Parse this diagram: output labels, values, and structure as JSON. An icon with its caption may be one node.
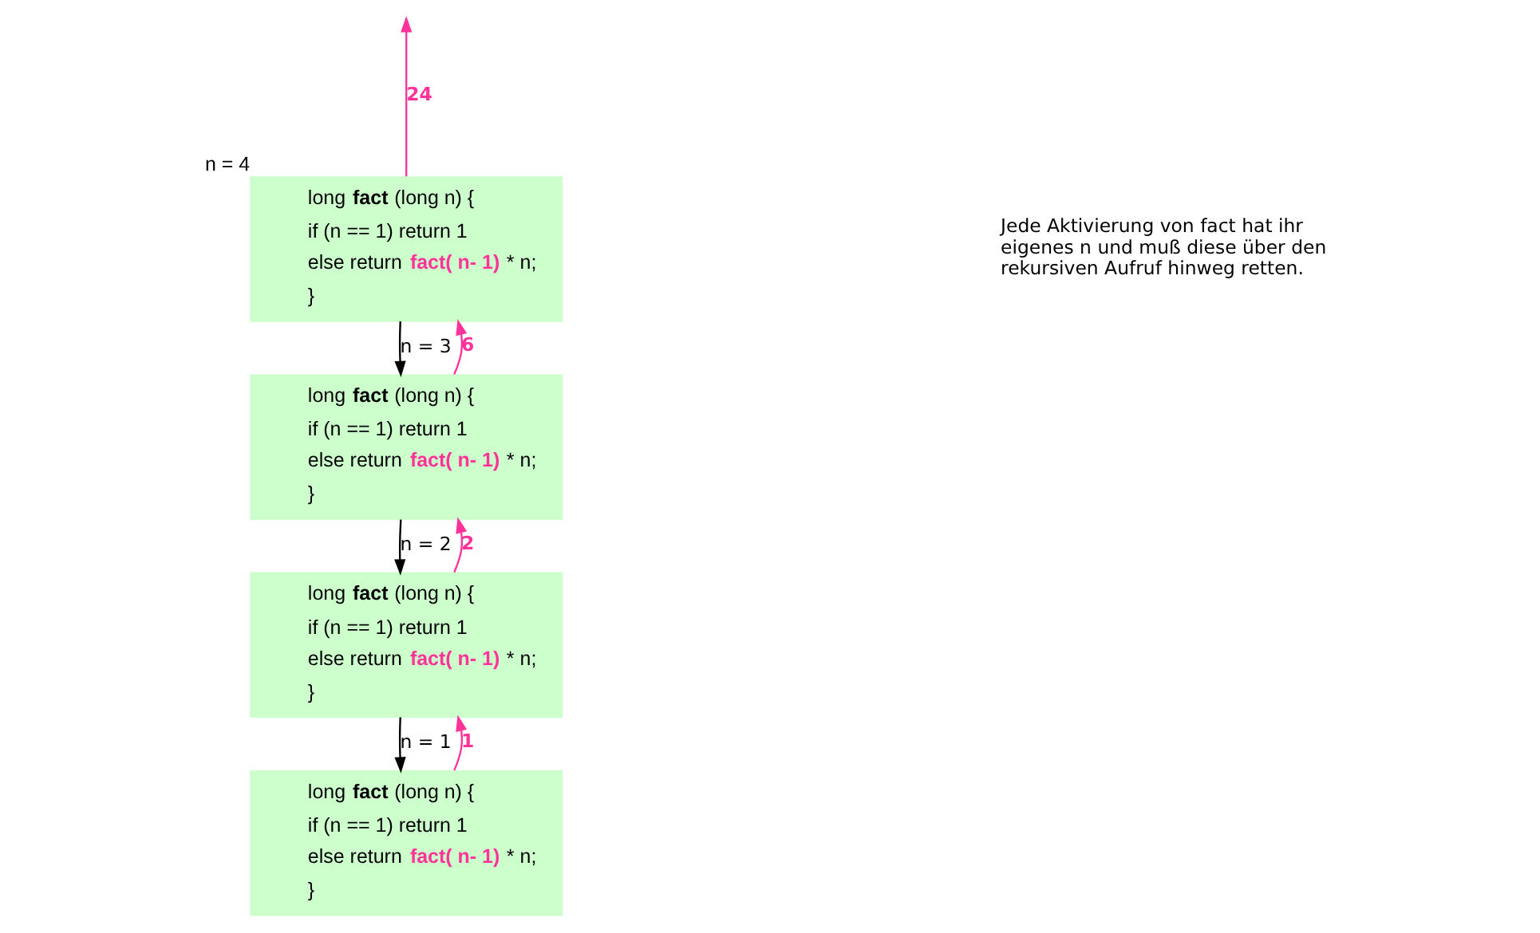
{
  "diagram": {
    "nodes": [
      {
        "text": [
          "long **fact** (long n) {",
          "if (n == 1) return 1",
          "else return **fact( n- 1)** * n;",
          "}"
        ],
        "beside": [
          "n = 4"
        ]
      },
      {
        "text": [
          "long **fact** (long n) {",
          "if (n == 1) return 1",
          "else return **fact( n- 1)** * n;",
          "}"
        ]
      },
      {
        "text": [
          "long **fact** (long n) {",
          "if (n == 1) return 1",
          "else return **fact( n- 1)** * n;",
          "}"
        ]
      },
      {
        "text": [
          "long **fact** (long n) {",
          "if (n == 1) return 1",
          "else return **fact( n- 1)** * n;",
          "}"
        ]
      }
    ],
    "edges": [
      {
        "from": 0,
        "to": null,
        "arrow": "to",
        "label": "24",
        "color": "#ff3399"
      },
      {
        "from": 0,
        "to": 1,
        "arrow": "to",
        "label": "n = 3",
        "color": "#000000"
      },
      {
        "from": 1,
        "to": 0,
        "arrow": "to",
        "label": "6",
        "color": "#ff3399"
      },
      {
        "from": 1,
        "to": 2,
        "arrow": "to",
        "label": "n = 2",
        "color": "#000000"
      },
      {
        "from": 2,
        "to": 1,
        "arrow": "to",
        "label": "2",
        "color": "#ff3399"
      },
      {
        "from": 2,
        "to": 3,
        "arrow": "to",
        "label": "n = 1",
        "color": "#000000"
      },
      {
        "from": 3,
        "to": 2,
        "arrow": "to",
        "label": "1",
        "color": "#ff3399"
      }
    ],
    "labels": [
      "Jede Aktivierung von fact hat ihr eigenes n und muß diese über den rekursiven Aufruf hinweg retten."
    ]
  }
}
